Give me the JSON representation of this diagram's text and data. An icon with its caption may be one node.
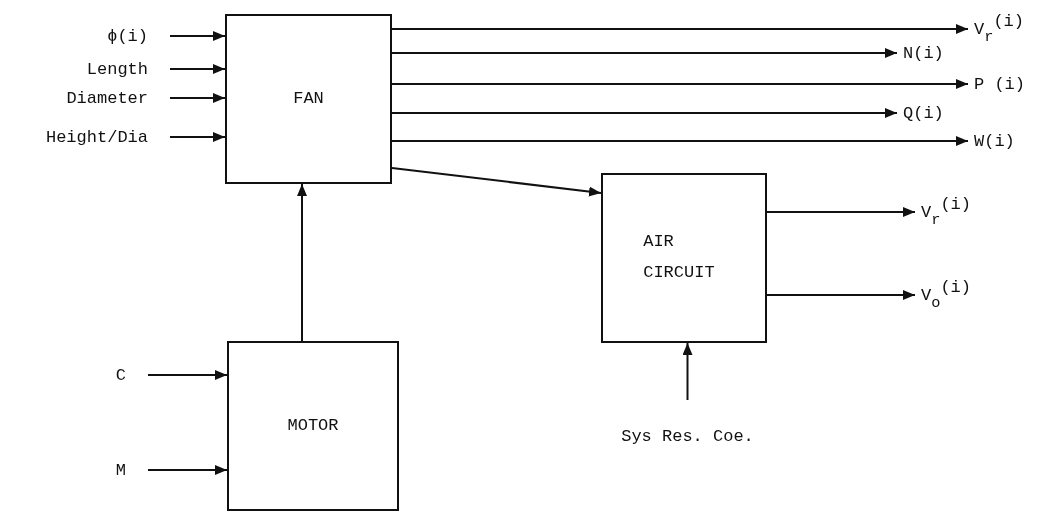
{
  "diagram": {
    "nodes": [
      {
        "text": [
          "FAN"
        ]
      },
      {
        "text": [
          "AIR CIRCUIT"
        ]
      },
      {
        "text": [
          "MOTOR"
        ]
      },
      {
        "text": [
          "ϕ(i)"
        ]
      },
      {
        "text": [
          "Length"
        ]
      },
      {
        "text": [
          "Diameter"
        ]
      },
      {
        "text": [
          "Height/Dia"
        ]
      },
      {
        "text": [
          "V$_{r}$$^{(i)}$"
        ]
      },
      {
        "text": [
          "N(i)"
        ]
      },
      {
        "text": [
          "P (i)"
        ]
      },
      {
        "text": [
          "Q(i)"
        ]
      },
      {
        "text": [
          "W(i)"
        ]
      },
      {
        "text": [
          "V$_{r}$$^{(i)}$"
        ]
      },
      {
        "text": [
          "V$_{o}$$^{(i)}$"
        ]
      },
      {
        "text": [
          "C"
        ]
      },
      {
        "text": [
          "M"
        ]
      },
      {
        "text": [
          "Sys Res. Coe."
        ]
      }
    ],
    "edges": [
      {
        "from": 3,
        "to": 0,
        "arrow": "to"
      },
      {
        "from": 4,
        "to": 0,
        "arrow": "to"
      },
      {
        "from": 5,
        "to": 0,
        "arrow": "to"
      },
      {
        "from": 6,
        "to": 0,
        "arrow": "to"
      },
      {
        "from": 0,
        "to": 7,
        "arrow": "to"
      },
      {
        "from": 0,
        "to": 8,
        "arrow": "to"
      },
      {
        "from": 0,
        "to": 9,
        "arrow": "to"
      },
      {
        "from": 0,
        "to": 10,
        "arrow": "to"
      },
      {
        "from": 0,
        "to": 11,
        "arrow": "to"
      },
      {
        "from": 0,
        "to": 1,
        "arrow": "to"
      },
      {
        "from": 1,
        "to": 12,
        "arrow": "to"
      },
      {
        "from": 1,
        "to": 13,
        "arrow": "to"
      },
      {
        "from": 2,
        "to": 0,
        "arrow": "to"
      },
      {
        "from": 14,
        "to": 2,
        "arrow": "to"
      },
      {
        "from": 15,
        "to": 2,
        "arrow": "to"
      },
      {
        "from": 16,
        "to": 1,
        "arrow": "to"
      }
    ]
  }
}
